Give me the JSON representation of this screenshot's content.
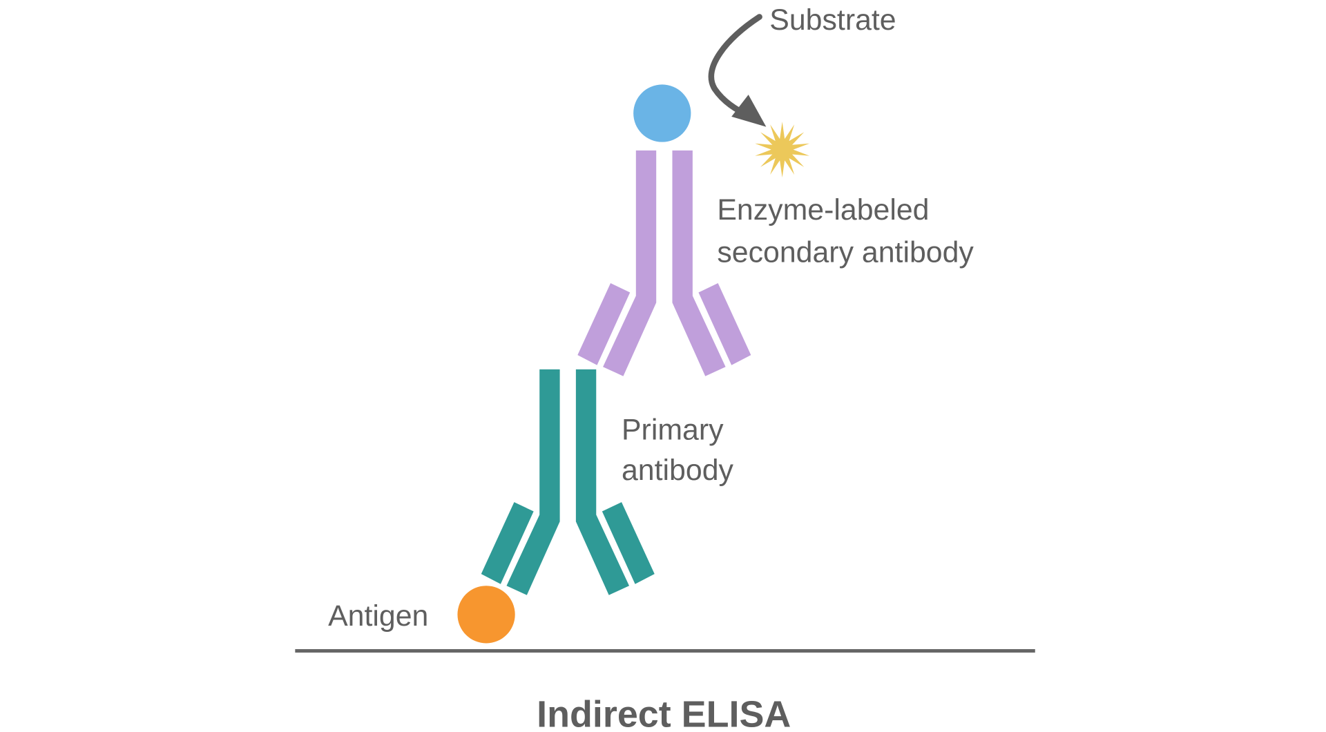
{
  "title": "Indirect ELISA",
  "labels": {
    "substrate": "Substrate",
    "secondary_line1": "Enzyme-labeled",
    "secondary_line2": "secondary antibody",
    "primary_line1": "Primary",
    "primary_line2": "antibody",
    "antigen": "Antigen"
  },
  "colors": {
    "enzyme": "#6ab4e6",
    "substrate_star": "#ecc85a",
    "secondary_antibody": "#c09fdb",
    "primary_antibody": "#2f9a96",
    "antigen": "#f7962f",
    "surface": "#666666",
    "text": "#5e5e5e"
  }
}
